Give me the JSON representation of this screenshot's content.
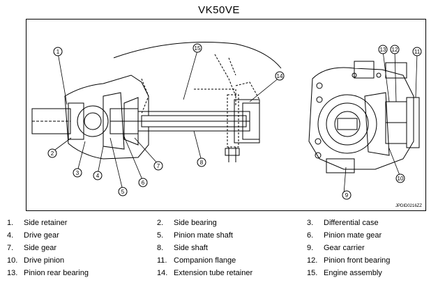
{
  "title": "VK50VE",
  "figure_code": "JPDID0216ZZ",
  "callouts": [
    "1",
    "2",
    "3",
    "4",
    "5",
    "6",
    "7",
    "8",
    "9",
    "10",
    "11",
    "12",
    "13",
    "14",
    "15"
  ],
  "legend": [
    {
      "num": "1.",
      "label": "Side retainer"
    },
    {
      "num": "2.",
      "label": "Side bearing"
    },
    {
      "num": "3.",
      "label": "Differential case"
    },
    {
      "num": "4.",
      "label": "Drive gear"
    },
    {
      "num": "5.",
      "label": "Pinion mate shaft"
    },
    {
      "num": "6.",
      "label": "Pinion mate gear"
    },
    {
      "num": "7.",
      "label": "Side gear"
    },
    {
      "num": "8.",
      "label": "Side shaft"
    },
    {
      "num": "9.",
      "label": "Gear carrier"
    },
    {
      "num": "10.",
      "label": "Drive pinion"
    },
    {
      "num": "11.",
      "label": "Companion flange"
    },
    {
      "num": "12.",
      "label": "Pinion front bearing"
    },
    {
      "num": "13.",
      "label": "Pinion rear bearing"
    },
    {
      "num": "14.",
      "label": "Extension tube retainer"
    },
    {
      "num": "15.",
      "label": "Engine assembly"
    }
  ]
}
